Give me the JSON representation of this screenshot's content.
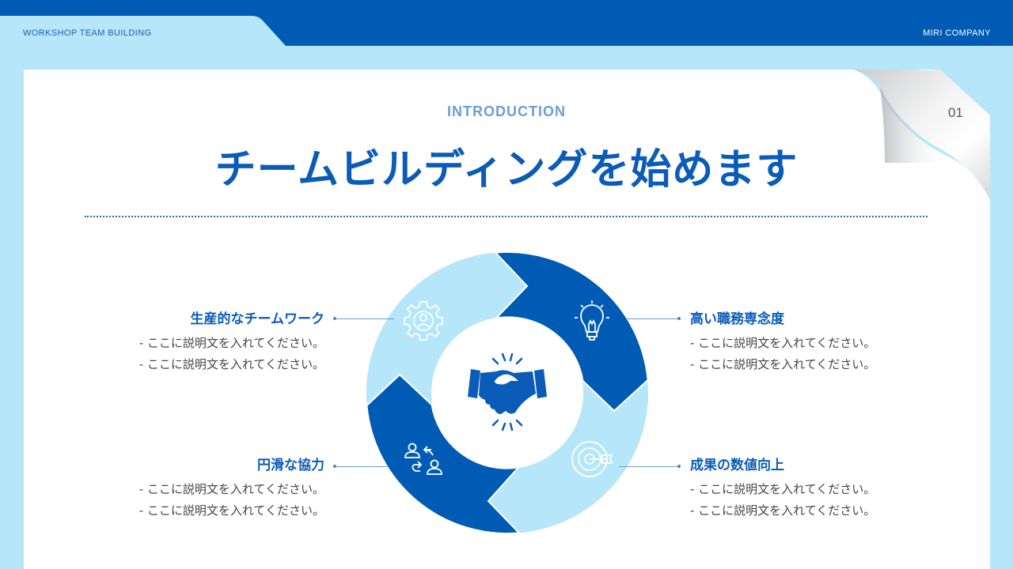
{
  "header": {
    "left_label": "WORKSHOP TEAM BUILDING",
    "right_label": "MIRI COMPANY"
  },
  "slide": {
    "page_number": "01",
    "eyebrow": "INTRODUCTION",
    "title": "チームビルディングを始めます"
  },
  "diagram": {
    "center_icon": "handshake-icon",
    "colors": {
      "dark": "#005bb5",
      "light": "#b5e6fa",
      "text_accent": "#0a5cb8"
    },
    "items": [
      {
        "position": "top-left",
        "icon": "gear-person-icon",
        "heading": "生産的なチームワーク",
        "lines": [
          "- ここに説明文を入れてください。",
          "- ここに説明文を入れてください。"
        ]
      },
      {
        "position": "top-right",
        "icon": "lightbulb-icon",
        "heading": "高い職務専念度",
        "lines": [
          "- ここに説明文を入れてください。",
          "- ここに説明文を入れてください。"
        ]
      },
      {
        "position": "bottom-left",
        "icon": "people-exchange-icon",
        "heading": "円滑な協力",
        "lines": [
          "- ここに説明文を入れてください。",
          "- ここに説明文を入れてください。"
        ]
      },
      {
        "position": "bottom-right",
        "icon": "target-icon",
        "heading": "成果の数値向上",
        "lines": [
          "- ここに説明文を入れてください。",
          "- ここに説明文を入れてください。"
        ]
      }
    ]
  }
}
